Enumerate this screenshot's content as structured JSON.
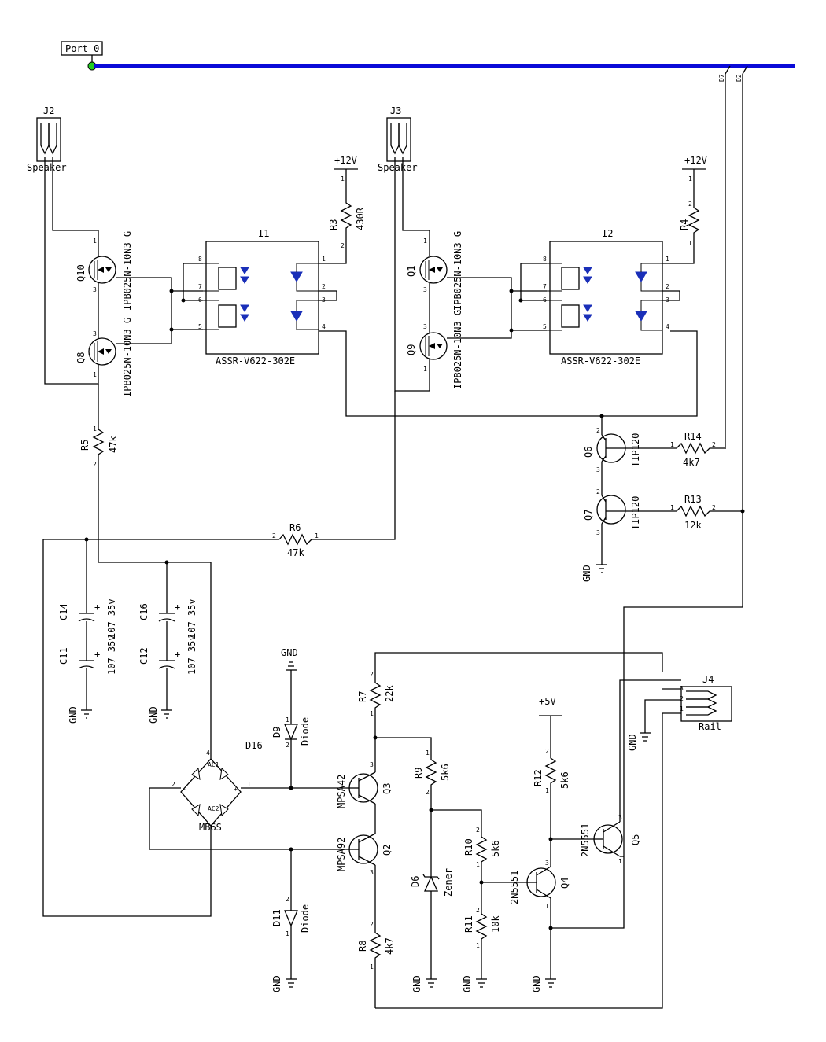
{
  "port": {
    "label": "Port 0",
    "color": "#0a0ad8",
    "node_color": "#22cc22"
  },
  "bus_taps": [
    "D7",
    "D2"
  ],
  "connectors": [
    {
      "ref": "J2",
      "name": "Speaker"
    },
    {
      "ref": "J3",
      "name": "Speaker"
    },
    {
      "ref": "J4",
      "name": "Rail",
      "pins": [
        "3",
        "2",
        "1"
      ]
    }
  ],
  "power": {
    "v12": "+12V",
    "v5": "+5V",
    "gnd": "GND"
  },
  "relays": [
    {
      "ref": "I1",
      "part": "ASSR-V622-302E"
    },
    {
      "ref": "I2",
      "part": "ASSR-V622-302E"
    }
  ],
  "mosfets": [
    {
      "ref": "Q10",
      "part": "IPB025N-10N3 G"
    },
    {
      "ref": "Q8",
      "part": "IPB025N-10N3 G"
    },
    {
      "ref": "Q1",
      "part": "IPB025N-10N3 G"
    },
    {
      "ref": "Q9",
      "part": "IPB025N-10N3 G"
    }
  ],
  "resistors": [
    {
      "ref": "R3",
      "value": "430R"
    },
    {
      "ref": "R4",
      "value": ""
    },
    {
      "ref": "R5",
      "value": "47k"
    },
    {
      "ref": "R6",
      "value": "47k"
    },
    {
      "ref": "R14",
      "value": "4k7"
    },
    {
      "ref": "R13",
      "value": "12k"
    },
    {
      "ref": "R7",
      "value": "22k"
    },
    {
      "ref": "R9",
      "value": "5k6"
    },
    {
      "ref": "R10",
      "value": "5k6"
    },
    {
      "ref": "R11",
      "value": "10k"
    },
    {
      "ref": "R12",
      "value": "5k6"
    },
    {
      "ref": "R8",
      "value": "4k7"
    }
  ],
  "transistors": [
    {
      "ref": "Q6",
      "part": "TIP120"
    },
    {
      "ref": "Q7",
      "part": "TIP120"
    },
    {
      "ref": "Q3",
      "part": "MPSA42"
    },
    {
      "ref": "Q2",
      "part": "MPSA92"
    },
    {
      "ref": "Q4",
      "part": "2N5551"
    },
    {
      "ref": "Q5",
      "part": "2N5551"
    }
  ],
  "capacitors": [
    {
      "ref": "C14",
      "value": "107 35v"
    },
    {
      "ref": "C16",
      "value": "107 35v"
    },
    {
      "ref": "C11",
      "value": "107 35v"
    },
    {
      "ref": "C12",
      "value": "107 35v"
    }
  ],
  "diodes": [
    {
      "ref": "D9",
      "part": "Diode"
    },
    {
      "ref": "D11",
      "part": "Diode"
    },
    {
      "ref": "D6",
      "part": "Zener"
    }
  ],
  "bridge": {
    "ref": "D16",
    "part": "MB6S",
    "ac1": "AC1",
    "ac2": "AC2"
  }
}
